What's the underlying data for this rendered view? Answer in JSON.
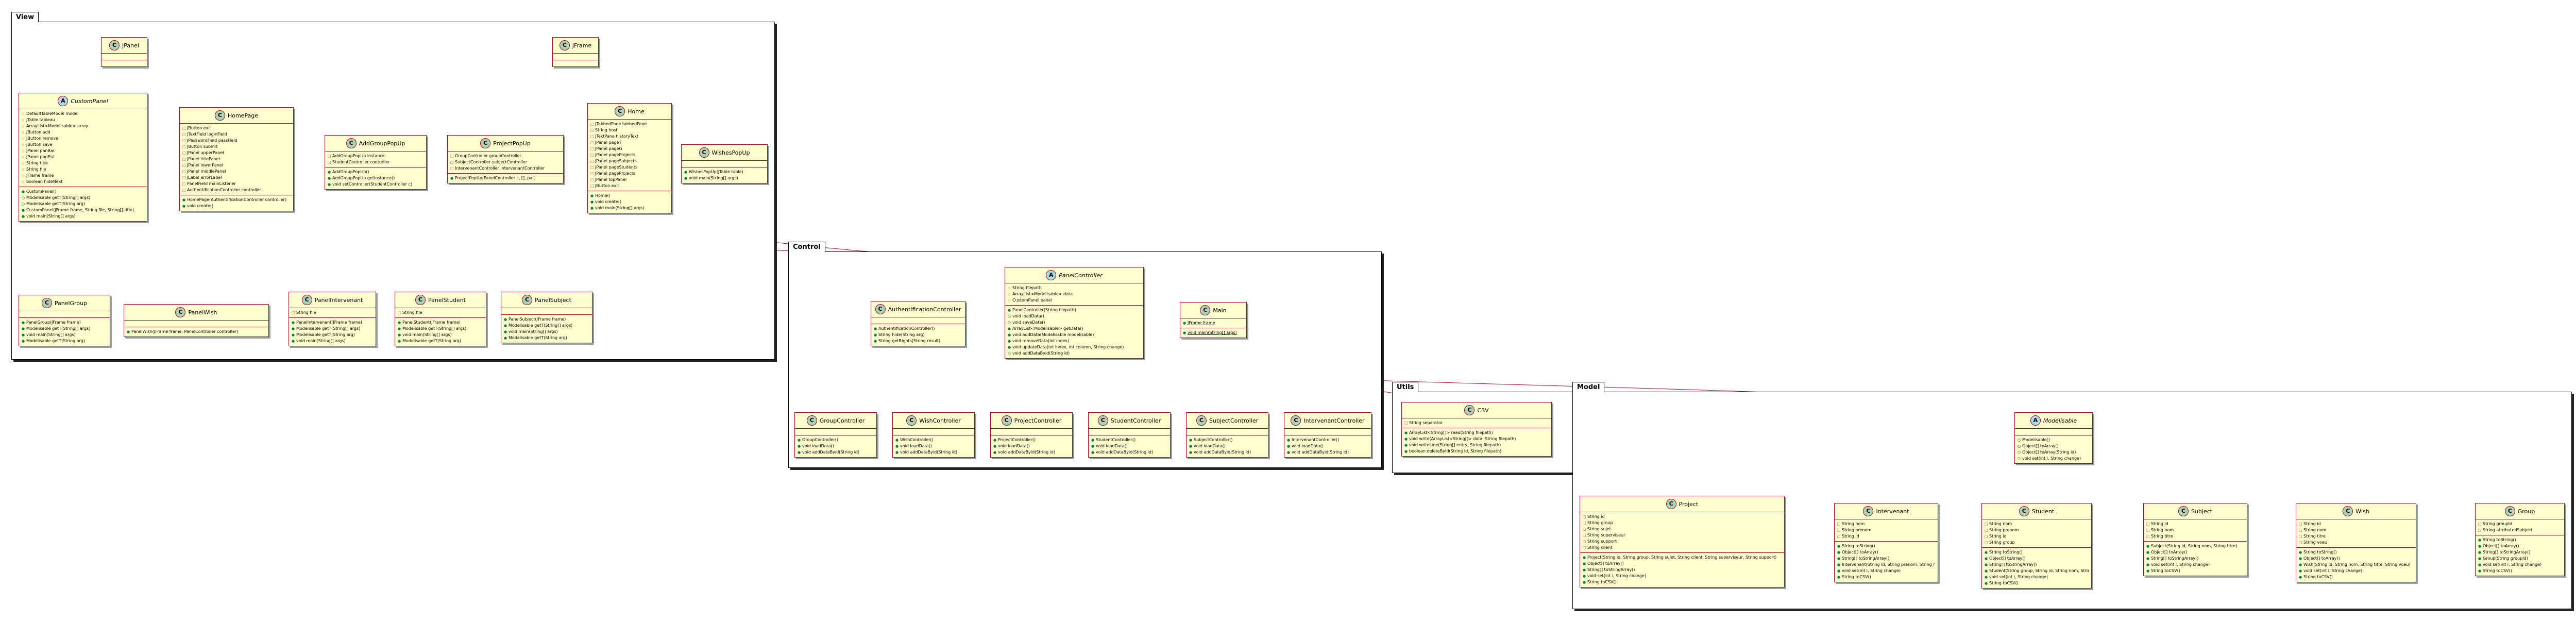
{
  "packages": {
    "view": "View",
    "control": "Control",
    "utils": "Utils",
    "model": "Model"
  },
  "classes": {
    "jpanel": {
      "name": "JPanel",
      "type": "C",
      "fields": [],
      "methods": []
    },
    "jframe": {
      "name": "JFrame",
      "type": "C",
      "fields": [],
      "methods": []
    },
    "custompanel": {
      "name": "CustomPanel",
      "type": "A",
      "fields": [
        {
          "v": "prot",
          "t": "DefaultTableModel model"
        },
        {
          "v": "prot",
          "t": "JTable tableau"
        },
        {
          "v": "prot",
          "t": "ArrayList<Modelisable> array"
        },
        {
          "v": "prot",
          "t": "JButton add"
        },
        {
          "v": "prot",
          "t": "JButton remove"
        },
        {
          "v": "prot",
          "t": "JButton save"
        },
        {
          "v": "prot",
          "t": "JPanel panBar"
        },
        {
          "v": "prot",
          "t": "JPanel panEst"
        },
        {
          "v": "prot",
          "t": "String title"
        },
        {
          "v": "prot",
          "t": "String file"
        },
        {
          "v": "prot",
          "t": "JFrame frame"
        },
        {
          "v": "prot",
          "t": "boolean hideNext"
        }
      ],
      "methods": [
        {
          "v": "pub",
          "t": "CustomPanel()"
        },
        {
          "v": "abs",
          "t": "Modelisable getT(String[] args)"
        },
        {
          "v": "abs",
          "t": "Modelisable getT(String arg)"
        },
        {
          "v": "pub",
          "t": "CustomPanel(JFrame frame, String file, String[] title)"
        },
        {
          "v": "pub",
          "t": "void main(String[] args)"
        }
      ]
    },
    "homepage": {
      "name": "HomePage",
      "type": "C",
      "fields": [
        {
          "v": "priv",
          "t": "JButton exit"
        },
        {
          "v": "priv",
          "t": "JTextField loginField"
        },
        {
          "v": "priv",
          "t": "JPasswordField passField"
        },
        {
          "v": "priv",
          "t": "JButton submit"
        },
        {
          "v": "priv",
          "t": "JPanel upperPanel"
        },
        {
          "v": "priv",
          "t": "JPanel titlePanel"
        },
        {
          "v": "priv",
          "t": "JPanel lowerPanel"
        },
        {
          "v": "priv",
          "t": "JPanel middlePanel"
        },
        {
          "v": "priv",
          "t": "JLabel errorLabel"
        },
        {
          "v": "priv",
          "t": "PanelField mainListener"
        },
        {
          "v": "priv",
          "t": "AuthentificationController controller"
        }
      ],
      "methods": [
        {
          "v": "pub",
          "t": "HomePage(AuthentificationController controller)"
        },
        {
          "v": "pub",
          "t": "void create()"
        }
      ]
    },
    "addgrouppopup": {
      "name": "AddGroupPopUp",
      "type": "C",
      "fields": [
        {
          "v": "priv",
          "t": "AddGroupPopUp instance"
        },
        {
          "v": "priv",
          "t": "StudentController controller"
        }
      ],
      "methods": [
        {
          "v": "pub",
          "t": "AddGroupPopUp()"
        },
        {
          "v": "pub",
          "t": "AddGroupPopUp getInstance()"
        },
        {
          "v": "pub",
          "t": "void setController(StudentController c)"
        }
      ]
    },
    "projectpopup": {
      "name": "ProjectPopUp",
      "type": "C",
      "fields": [
        {
          "v": "priv",
          "t": "GroupController groupController"
        },
        {
          "v": "priv",
          "t": "SubjectController subjectController"
        },
        {
          "v": "priv",
          "t": "IntervenantController intervenantController"
        }
      ],
      "methods": [
        {
          "v": "pub",
          "t": "ProjectPopUp(PanelController c, [], par)"
        }
      ]
    },
    "home": {
      "name": "Home",
      "type": "C",
      "fields": [
        {
          "v": "priv",
          "t": "JTabbedPane tabbedPane"
        },
        {
          "v": "priv",
          "t": "String host"
        },
        {
          "v": "priv",
          "t": "JTextPane historyText"
        },
        {
          "v": "priv",
          "t": "JPanel pageT"
        },
        {
          "v": "priv",
          "t": "JPanel pageG"
        },
        {
          "v": "priv",
          "t": "JPanel pageProjects"
        },
        {
          "v": "priv",
          "t": "JPanel pageSubjects"
        },
        {
          "v": "priv",
          "t": "JPanel pageStudents"
        },
        {
          "v": "priv",
          "t": "JPanel pageProjects"
        },
        {
          "v": "priv",
          "t": "JPanel topPanel"
        },
        {
          "v": "priv",
          "t": "JButton exit"
        }
      ],
      "methods": [
        {
          "v": "pub",
          "t": "Home()"
        },
        {
          "v": "pub",
          "t": "void create()"
        },
        {
          "v": "pub",
          "t": "void main(String[] args)"
        }
      ]
    },
    "wishespopup": {
      "name": "WishesPopUp",
      "type": "C",
      "fields": [],
      "methods": [
        {
          "v": "pub",
          "t": "WishesPopUp(JTable table)"
        },
        {
          "v": "pub",
          "t": "void main(String[] args)"
        }
      ]
    },
    "panelgroup": {
      "name": "PanelGroup",
      "type": "C",
      "fields": [],
      "methods": [
        {
          "v": "pub",
          "t": "PanelGroup(JFrame frame)"
        },
        {
          "v": "pub",
          "t": "Modelisable getT(String[] args)"
        },
        {
          "v": "pub",
          "t": "void main(String[] args)"
        },
        {
          "v": "pub",
          "t": "Modelisable getT(String arg)"
        }
      ]
    },
    "panelwish": {
      "name": "PanelWish",
      "type": "C",
      "fields": [],
      "methods": [
        {
          "v": "pub",
          "t": "PanelWish(JFrame frame, PanelController controller)"
        }
      ]
    },
    "panelintervenant": {
      "name": "PanelIntervenant",
      "type": "C",
      "fields": [
        {
          "v": "priv",
          "t": "String file"
        }
      ],
      "methods": [
        {
          "v": "pub",
          "t": "PanelIntervenant(JFrame frame)"
        },
        {
          "v": "pub",
          "t": "Modelisable getT(String[] args)"
        },
        {
          "v": "pub",
          "t": "Modelisable getT(String arg)"
        },
        {
          "v": "pub",
          "t": "void main(String[] args)"
        }
      ]
    },
    "panelstudent": {
      "name": "PanelStudent",
      "type": "C",
      "fields": [
        {
          "v": "priv",
          "t": "String file"
        }
      ],
      "methods": [
        {
          "v": "pub",
          "t": "PanelStudent(JFrame frame)"
        },
        {
          "v": "pub",
          "t": "Modelisable getT(String[] args)"
        },
        {
          "v": "pub",
          "t": "void main(String[] args)"
        },
        {
          "v": "pub",
          "t": "Modelisable getT(String arg)"
        }
      ]
    },
    "panelsubject": {
      "name": "PanelSubject",
      "type": "C",
      "fields": [],
      "methods": [
        {
          "v": "pub",
          "t": "PanelSubject(JFrame frame)"
        },
        {
          "v": "pub",
          "t": "Modelisable getT(String[] args)"
        },
        {
          "v": "pub",
          "t": "void main(String[] args)"
        },
        {
          "v": "pub",
          "t": "Modelisable getT(String arg)"
        }
      ]
    },
    "authcontroller": {
      "name": "AuthentificationController",
      "type": "C",
      "fields": [],
      "methods": [
        {
          "v": "pub",
          "t": "AuthentificationController()"
        },
        {
          "v": "pub",
          "t": "String hide(String arg)"
        },
        {
          "v": "pub",
          "t": "String getRights(String result)"
        }
      ]
    },
    "panelcontroller": {
      "name": "PanelController",
      "type": "A",
      "fields": [
        {
          "v": "prot",
          "t": "String filepath"
        },
        {
          "v": "prot",
          "t": "ArrayList<Modelisable> data"
        },
        {
          "v": "prot",
          "t": "CustomPanel panel"
        }
      ],
      "methods": [
        {
          "v": "pub",
          "t": "PanelController(String filepath)"
        },
        {
          "v": "abs",
          "t": "void loadData()"
        },
        {
          "v": "abs",
          "t": "void saveData()"
        },
        {
          "v": "pub",
          "t": "ArrayList<Modelisable> getData()"
        },
        {
          "v": "pub",
          "t": "void addData(Modelisable modelisable)"
        },
        {
          "v": "pub",
          "t": "void removeData(int index)"
        },
        {
          "v": "pub",
          "t": "void updateData(int index, int column, String change)"
        },
        {
          "v": "abs",
          "t": "void addDataByid(String id)"
        }
      ]
    },
    "main": {
      "name": "Main",
      "type": "C",
      "fields": [
        {
          "v": "pub",
          "t": "JFrame frame",
          "static": true
        }
      ],
      "methods": [
        {
          "v": "pub",
          "t": "void main(String[] args)",
          "static": true
        }
      ]
    },
    "groupcontroller": {
      "name": "GroupController",
      "type": "C",
      "fields": [],
      "methods": [
        {
          "v": "pub",
          "t": "GroupController()"
        },
        {
          "v": "pub",
          "t": "void loadData()"
        },
        {
          "v": "pub",
          "t": "void addDataByid(String id)"
        }
      ]
    },
    "wishcontroller": {
      "name": "WishController",
      "type": "C",
      "fields": [],
      "methods": [
        {
          "v": "pub",
          "t": "WishController()"
        },
        {
          "v": "pub",
          "t": "void loadData()"
        },
        {
          "v": "pub",
          "t": "void addDataByid(String id)"
        }
      ]
    },
    "projectcontroller": {
      "name": "ProjectController",
      "type": "C",
      "fields": [],
      "methods": [
        {
          "v": "pub",
          "t": "ProjectController()"
        },
        {
          "v": "pub",
          "t": "void loadData()"
        },
        {
          "v": "pub",
          "t": "void addDataByid(String id)"
        }
      ]
    },
    "studentcontroller": {
      "name": "StudentController",
      "type": "C",
      "fields": [],
      "methods": [
        {
          "v": "pub",
          "t": "StudentController()"
        },
        {
          "v": "pub",
          "t": "void loadData()"
        },
        {
          "v": "pub",
          "t": "void addDataByid(String id)"
        }
      ]
    },
    "subjectcontroller": {
      "name": "SubjectController",
      "type": "C",
      "fields": [],
      "methods": [
        {
          "v": "pub",
          "t": "SubjectController()"
        },
        {
          "v": "pub",
          "t": "void loadData()"
        },
        {
          "v": "pub",
          "t": "void addDataByid(String id)"
        }
      ]
    },
    "intervenantcontroller": {
      "name": "IntervenantController",
      "type": "C",
      "fields": [],
      "methods": [
        {
          "v": "pub",
          "t": "IntervenantController()"
        },
        {
          "v": "pub",
          "t": "void loadData()"
        },
        {
          "v": "pub",
          "t": "void addDataByid(String id)"
        }
      ]
    },
    "csv": {
      "name": "CSV",
      "type": "C",
      "fields": [
        {
          "v": "priv",
          "t": "String separator"
        }
      ],
      "methods": [
        {
          "v": "pub",
          "t": "ArrayList<String[]> read(String filepath)"
        },
        {
          "v": "pub",
          "t": "void write(ArrayList<String[]> data, String filepath)"
        },
        {
          "v": "pub",
          "t": "void writeLine(String[] entry, String filepath)"
        },
        {
          "v": "pub",
          "t": "boolean deleteById(String id, String filepath)"
        }
      ]
    },
    "modelisable": {
      "name": "Modelisable",
      "type": "A",
      "fields": [],
      "methods": [
        {
          "v": "abs",
          "t": "Modelisable()"
        },
        {
          "v": "abs",
          "t": "Object[] toArray()"
        },
        {
          "v": "abs",
          "t": "Object[] toArray(String id)"
        },
        {
          "v": "abs",
          "t": "void set(int i, String change)"
        }
      ]
    },
    "project": {
      "name": "Project",
      "type": "C",
      "fields": [
        {
          "v": "priv",
          "t": "String id"
        },
        {
          "v": "priv",
          "t": "String group"
        },
        {
          "v": "priv",
          "t": "String sujet"
        },
        {
          "v": "priv",
          "t": "String superviseur"
        },
        {
          "v": "priv",
          "t": "String support"
        },
        {
          "v": "priv",
          "t": "String client"
        }
      ],
      "methods": [
        {
          "v": "pub",
          "t": "Project(String id, String group, String sujet, String client, String superviseur, String support)"
        },
        {
          "v": "pub",
          "t": "Object[] toArray()"
        },
        {
          "v": "pub",
          "t": "String[] toStringArray()"
        },
        {
          "v": "pub",
          "t": "void set(int i, String change)"
        },
        {
          "v": "pub",
          "t": "String toCSV()"
        }
      ]
    },
    "intervenant": {
      "name": "Intervenant",
      "type": "C",
      "fields": [
        {
          "v": "priv",
          "t": "String nom"
        },
        {
          "v": "priv",
          "t": "String prenom"
        },
        {
          "v": "priv",
          "t": "String id"
        }
      ],
      "methods": [
        {
          "v": "pub",
          "t": "String toString()"
        },
        {
          "v": "pub",
          "t": "Object[] toArray()"
        },
        {
          "v": "pub",
          "t": "String[] toStringArray()"
        },
        {
          "v": "pub",
          "t": "Intervenant(String id, String prenom, String nom)"
        },
        {
          "v": "pub",
          "t": "void set(int i, String change)"
        },
        {
          "v": "pub",
          "t": "String toCSV()"
        }
      ]
    },
    "student": {
      "name": "Student",
      "type": "C",
      "fields": [
        {
          "v": "priv",
          "t": "String nom"
        },
        {
          "v": "priv",
          "t": "String prenom"
        },
        {
          "v": "priv",
          "t": "String id"
        },
        {
          "v": "priv",
          "t": "String group"
        }
      ],
      "methods": [
        {
          "v": "pub",
          "t": "String toString()"
        },
        {
          "v": "pub",
          "t": "Object[] toArray()"
        },
        {
          "v": "pub",
          "t": "String[] toStringArray()"
        },
        {
          "v": "pub",
          "t": "Student(String group, String id, String nom, String prenom)"
        },
        {
          "v": "pub",
          "t": "void set(int i, String change)"
        },
        {
          "v": "pub",
          "t": "String toCSV()"
        }
      ]
    },
    "subject": {
      "name": "Subject",
      "type": "C",
      "fields": [
        {
          "v": "priv",
          "t": "String id"
        },
        {
          "v": "priv",
          "t": "String nom"
        },
        {
          "v": "priv",
          "t": "String titre"
        }
      ],
      "methods": [
        {
          "v": "pub",
          "t": "Subject(String id, String nom, String titre)"
        },
        {
          "v": "pub",
          "t": "Object[] toArray()"
        },
        {
          "v": "pub",
          "t": "String[] toStringArray()"
        },
        {
          "v": "pub",
          "t": "void set(int i, String change)"
        },
        {
          "v": "pub",
          "t": "String toCSV()"
        }
      ]
    },
    "wish": {
      "name": "Wish",
      "type": "C",
      "fields": [
        {
          "v": "priv",
          "t": "String id"
        },
        {
          "v": "priv",
          "t": "String nom"
        },
        {
          "v": "priv",
          "t": "String titre"
        },
        {
          "v": "priv",
          "t": "String voeu"
        }
      ],
      "methods": [
        {
          "v": "pub",
          "t": "String toString()"
        },
        {
          "v": "pub",
          "t": "Object[] toArray()"
        },
        {
          "v": "pub",
          "t": "Wish(String id, String nom, String titre, String voeu)"
        },
        {
          "v": "pub",
          "t": "void set(int i, String change)"
        },
        {
          "v": "pub",
          "t": "String toCSV()"
        }
      ]
    },
    "group": {
      "name": "Group",
      "type": "C",
      "fields": [
        {
          "v": "priv",
          "t": "String groupId"
        },
        {
          "v": "priv",
          "t": "String attributedSubject"
        }
      ],
      "methods": [
        {
          "v": "pub",
          "t": "String toString()"
        },
        {
          "v": "pub",
          "t": "Object[] toArray()"
        },
        {
          "v": "pub",
          "t": "String[] toStringArray()"
        },
        {
          "v": "pub",
          "t": "Group(String groupId)"
        },
        {
          "v": "pub",
          "t": "void set(int i, String change)"
        },
        {
          "v": "pub",
          "t": "String toCSV()"
        }
      ]
    }
  }
}
